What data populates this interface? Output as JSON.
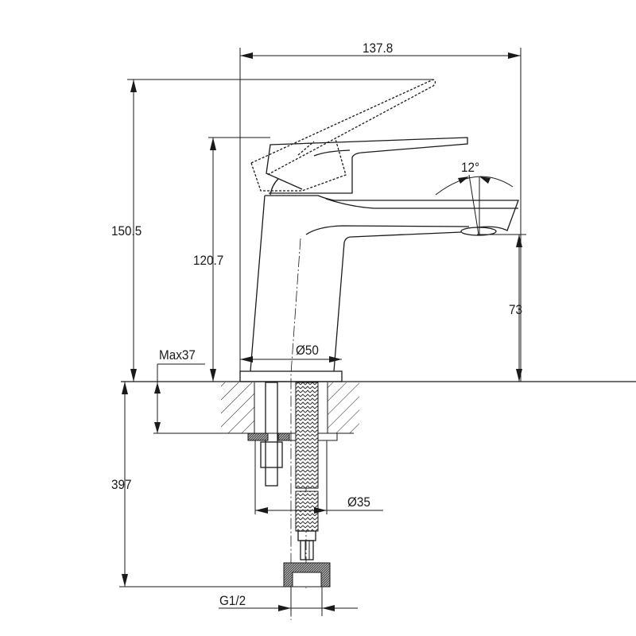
{
  "drawing": {
    "dimensions": {
      "overall_width": "137.8",
      "overall_height": "150.5",
      "body_height": "120.7",
      "spout_angle": "12°",
      "spout_height": "73",
      "max_deck_thickness": "Max37",
      "base_diameter": "Ø50",
      "hose_length": "397",
      "hole_diameter": "Ø35",
      "thread": "G1/2"
    },
    "colors": {
      "line": "#1a1a1a",
      "background": "#ffffff"
    }
  }
}
